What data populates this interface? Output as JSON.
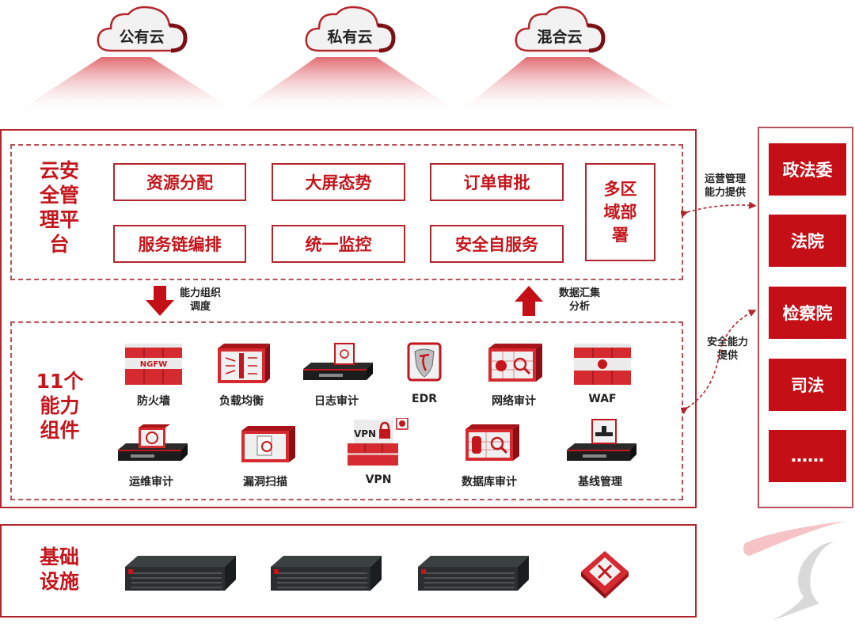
{
  "clouds": [
    {
      "label": "公有云"
    },
    {
      "label": "私有云"
    },
    {
      "label": "混合云"
    }
  ],
  "platform": {
    "title": "云安全管理平台",
    "title_lines": [
      "云安",
      "全管",
      "理平",
      "台"
    ],
    "functions": [
      {
        "label": "资源分配"
      },
      {
        "label": "大屏态势"
      },
      {
        "label": "订单审批"
      },
      {
        "label": "服务链编排"
      },
      {
        "label": "统一监控"
      },
      {
        "label": "安全自服务"
      }
    ],
    "multi_region": {
      "label": "多区域部署",
      "lines": [
        "多区",
        "域部",
        "署"
      ]
    }
  },
  "flows": {
    "down": {
      "label_lines": [
        "能力组织",
        "调度"
      ],
      "icon": "arrow-down"
    },
    "up": {
      "label_lines": [
        "数据汇集",
        "分析"
      ],
      "icon": "arrow-up"
    }
  },
  "components": {
    "title_lines": [
      "11个",
      "能力",
      "组件"
    ],
    "items": [
      {
        "label": "防火墙",
        "icon": "firewall-ngfw-icon"
      },
      {
        "label": "负载均衡",
        "icon": "load-balancer-icon"
      },
      {
        "label": "日志审计",
        "icon": "log-audit-icon"
      },
      {
        "label": "EDR",
        "icon": "edr-shield-icon"
      },
      {
        "label": "网络审计",
        "icon": "network-audit-icon"
      },
      {
        "label": "WAF",
        "icon": "waf-icon"
      },
      {
        "label": "运维审计",
        "icon": "ops-audit-icon"
      },
      {
        "label": "漏洞扫描",
        "icon": "vulnerability-scan-icon"
      },
      {
        "label": "VPN",
        "icon": "vpn-icon"
      },
      {
        "label": "数据库审计",
        "icon": "database-audit-icon"
      },
      {
        "label": "基线管理",
        "icon": "baseline-management-icon"
      }
    ],
    "ngfw_text": "NGFW"
  },
  "side_links": {
    "ops": {
      "label_lines": [
        "运营管理",
        "能力提供"
      ]
    },
    "security": {
      "label_lines": [
        "安全能力",
        "提供"
      ]
    }
  },
  "organizations": [
    {
      "label": "政法委"
    },
    {
      "label": "法院"
    },
    {
      "label": "检察院"
    },
    {
      "label": "司法"
    },
    {
      "label": "……"
    }
  ],
  "infrastructure": {
    "title_lines": [
      "基础",
      "设施"
    ],
    "items": [
      {
        "icon": "server-icon"
      },
      {
        "icon": "server-icon"
      },
      {
        "icon": "server-icon"
      },
      {
        "icon": "router-switch-icon"
      }
    ]
  },
  "colors": {
    "brand_red": "#c4161c",
    "org_fill": "#c40f17",
    "border_red": "#b4262d"
  }
}
